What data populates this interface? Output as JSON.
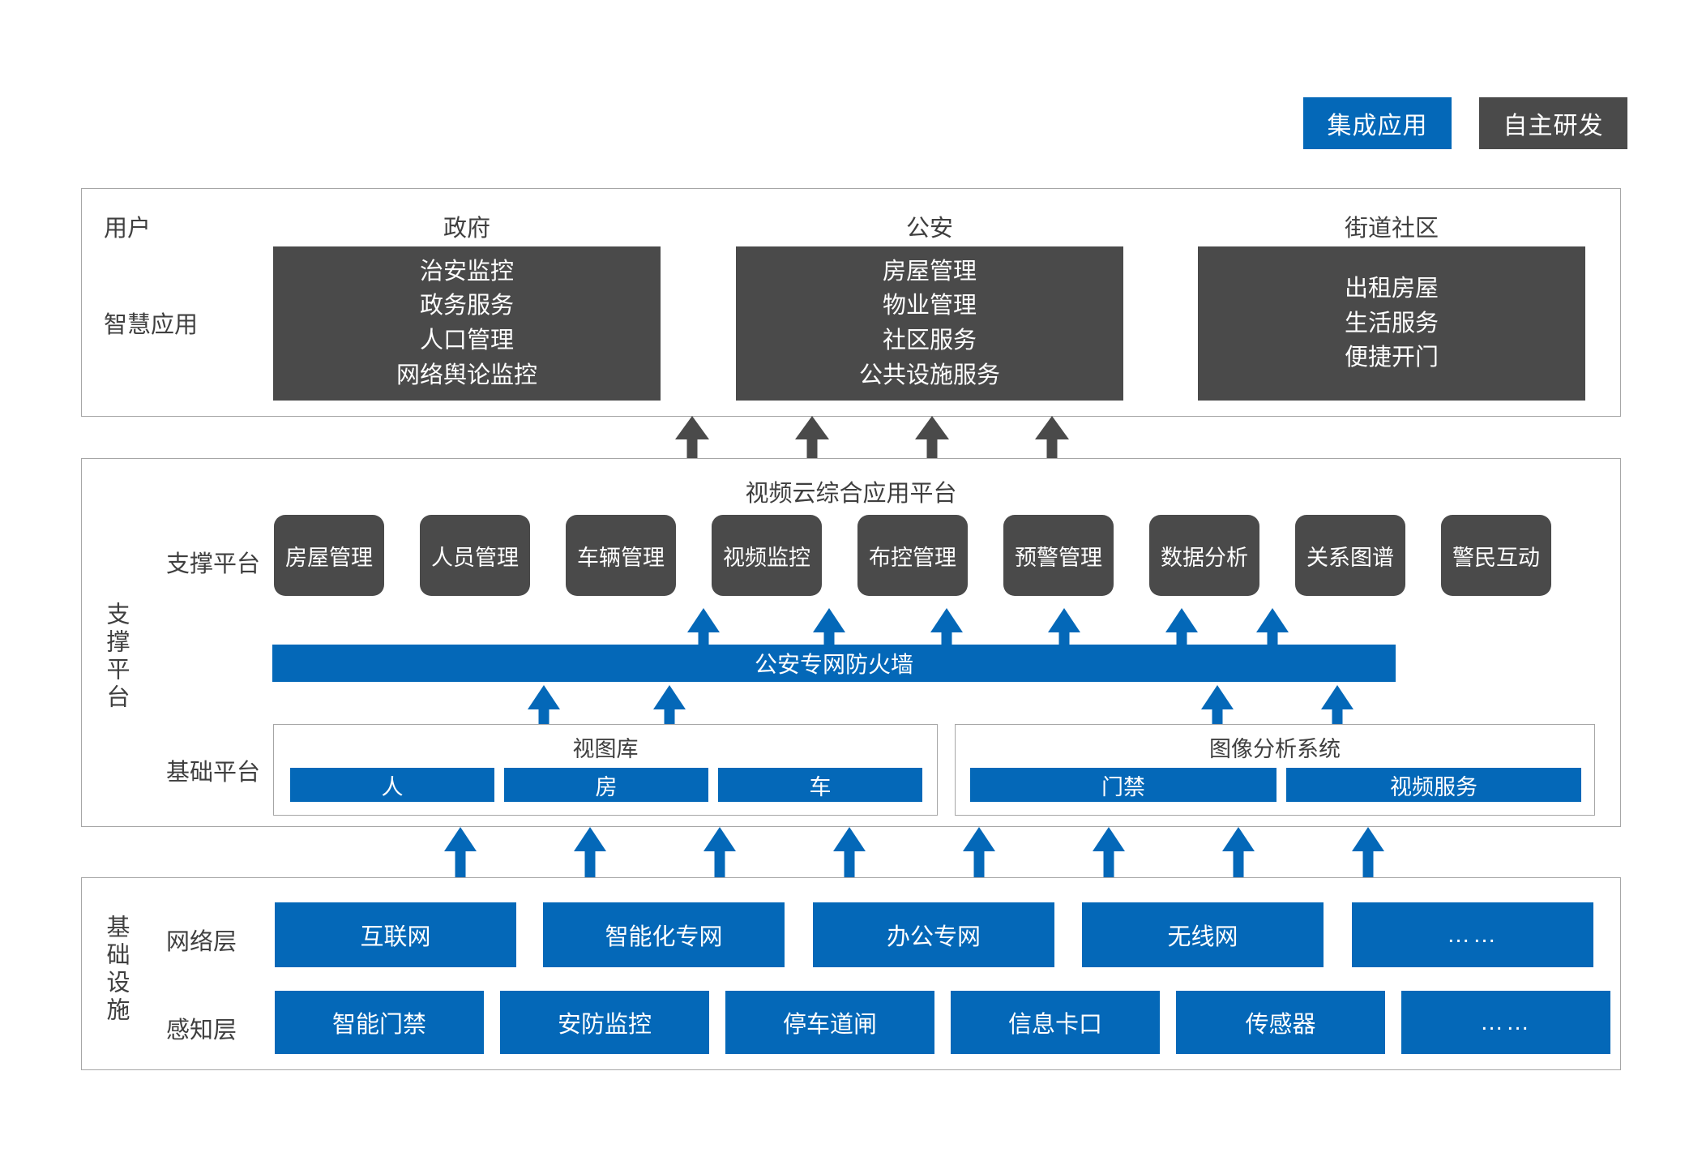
{
  "legend": {
    "items": [
      {
        "label": "集成应用",
        "color": "#0468b8",
        "style": "blue"
      },
      {
        "label": "自主研发",
        "color": "#4a4a4a",
        "style": "gray"
      }
    ]
  },
  "colors": {
    "blue": "#0468b8",
    "dark_gray": "#4a4a4a",
    "panel_border": "#a6a6a6",
    "text": "#3f3f3f",
    "background": "#ffffff"
  },
  "smart_application": {
    "row_label_user": "用户",
    "row_label_app": "智慧应用",
    "columns": [
      {
        "title": "政府",
        "items": [
          "治安监控",
          "政务服务",
          "人口管理",
          "网络舆论监控"
        ]
      },
      {
        "title": "公安",
        "items": [
          "房屋管理",
          "物业管理",
          "社区服务",
          "公共设施服务"
        ]
      },
      {
        "title": "街道社区",
        "items": [
          "出租房屋",
          "生活服务",
          "便捷开门"
        ]
      }
    ]
  },
  "support_platform": {
    "vertical_label": "支撑平台",
    "platform_title": "视频云综合应用平台",
    "row_label_support": "支撑平台",
    "row_label_basic": "基础平台",
    "modules": [
      "房屋管理",
      "人员管理",
      "车辆管理",
      "视频监控",
      "布控管理",
      "预警管理",
      "数据分析",
      "关系图谱",
      "警民互动"
    ],
    "firewall_label": "公安专网防火墙",
    "basic_groups": [
      {
        "title": "视图库",
        "items": [
          "人",
          "房",
          "车"
        ]
      },
      {
        "title": "图像分析系统",
        "items": [
          "门禁",
          "视频服务"
        ]
      }
    ]
  },
  "infrastructure": {
    "vertical_label": "基础设施",
    "row_label_network": "网络层",
    "row_label_sense": "感知层",
    "network_layer": [
      "互联网",
      "智能化专网",
      "办公专网",
      "无线网",
      "……"
    ],
    "sense_layer": [
      "智能门禁",
      "安防监控",
      "停车道闸",
      "信息卡口",
      "传感器",
      "……"
    ]
  },
  "arrows": {
    "app_to_support": {
      "count": 4,
      "color": "#4a4a4a",
      "direction": "up"
    },
    "firewall_to_modules": {
      "count": 6,
      "color": "#0468b8",
      "direction": "up"
    },
    "basic_to_firewall": {
      "count": 4,
      "color": "#0468b8",
      "direction": "up"
    },
    "infra_to_basic": {
      "count": 8,
      "color": "#0468b8",
      "direction": "up"
    }
  }
}
